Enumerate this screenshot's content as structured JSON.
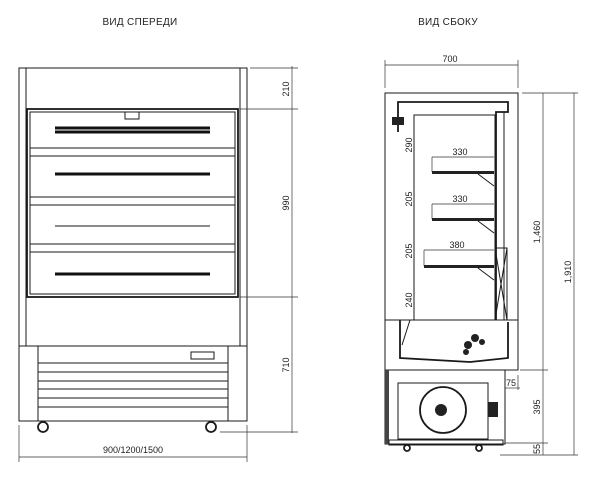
{
  "titles": {
    "front": "ВИД СПЕРЕДИ",
    "side": "ВИД СБОКУ"
  },
  "front_dims": {
    "top": "210",
    "opening": "990",
    "base": "710",
    "width": "900/1200/1500"
  },
  "side_dims": {
    "depth": "700",
    "shelf_1": "330",
    "shelf_2": "330",
    "shelf_3": "380",
    "gap_1": "290",
    "gap_2": "205",
    "gap_3": "205",
    "gap_4": "240",
    "display_height": "1,460",
    "total_height": "1,910",
    "offset": "75",
    "unit_height": "395",
    "feet": "55"
  }
}
